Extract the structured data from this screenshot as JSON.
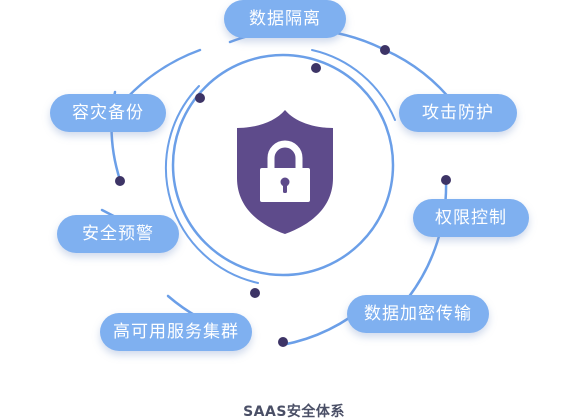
{
  "features": [
    {
      "key": "isolation",
      "label": "数据隔离"
    },
    {
      "key": "backup",
      "label": "容灾备份"
    },
    {
      "key": "attack",
      "label": "攻击防护"
    },
    {
      "key": "alert",
      "label": "安全预警"
    },
    {
      "key": "access",
      "label": "权限控制"
    },
    {
      "key": "encryption",
      "label": "数据加密传输"
    },
    {
      "key": "ha",
      "label": "高可用服务集群"
    }
  ],
  "caption": "SAAS安全体系",
  "colors": {
    "pill": "#7fb0f0",
    "ring": "#6b9fe8",
    "dot": "#3d3466",
    "shield": "#5e4b8b",
    "caption": "#4a4f66"
  },
  "center_icon": "shield-lock-icon"
}
